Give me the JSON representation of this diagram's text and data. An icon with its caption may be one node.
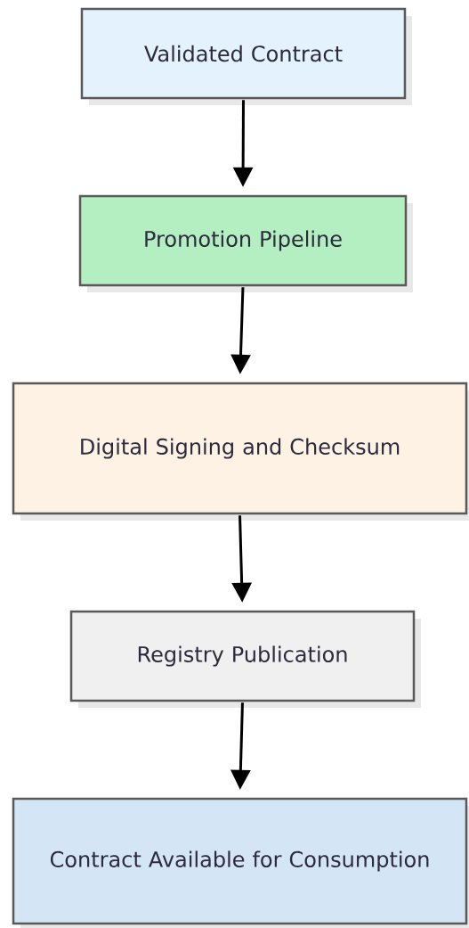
{
  "diagram": {
    "nodes": [
      {
        "text": [
          "Validated Contract"
        ]
      },
      {
        "text": [
          "Promotion Pipeline"
        ]
      },
      {
        "text": [
          "Digital Signing and Checksum"
        ]
      },
      {
        "text": [
          "Registry Publication"
        ]
      },
      {
        "text": [
          "Contract Available for Consumption"
        ]
      }
    ],
    "edges": [
      {
        "from": 0,
        "to": 1,
        "arrow": "to"
      },
      {
        "from": 1,
        "to": 2,
        "arrow": "to"
      },
      {
        "from": 2,
        "to": 3,
        "arrow": "to"
      },
      {
        "from": 3,
        "to": 4,
        "arrow": "to"
      }
    ]
  }
}
